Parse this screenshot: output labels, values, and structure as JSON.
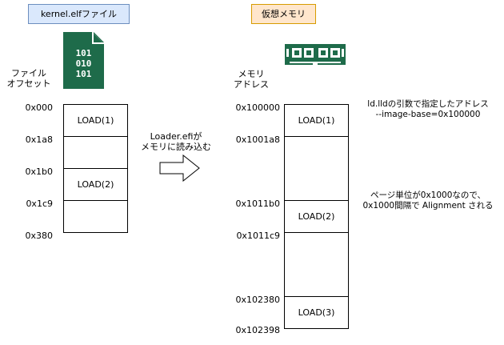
{
  "titles": {
    "elf_file": "kernel.elfファイル",
    "virtual_memory": "仮想メモリ"
  },
  "colors": {
    "elf_title_fill": "#dae8fc",
    "elf_title_stroke": "#6c8ebf",
    "vm_title_fill": "#ffe6cc",
    "vm_title_stroke": "#d79b00",
    "icon_green": "#1e6b4a"
  },
  "icons": {
    "file": "binary-file-icon",
    "memory": "ram-module-icon",
    "arrow": "right-arrow-icon"
  },
  "file_icon_text": [
    "101",
    "010",
    "101"
  ],
  "file_offset_label": [
    "ファイル",
    "オフセット"
  ],
  "memory_address_label": [
    "メモリ",
    "アドレス"
  ],
  "file_offsets": [
    "0x000",
    "0x1a8",
    "0x1b0",
    "0x1c9",
    "0x380"
  ],
  "file_segments": [
    "LOAD(1)",
    "",
    "LOAD(2)",
    ""
  ],
  "memory_addresses": [
    "0x100000",
    "0x1001a8",
    "0x1011b0",
    "0x1011c9",
    "0x102380",
    "0x102398"
  ],
  "memory_segments": [
    "LOAD(1)",
    "",
    "LOAD(2)",
    "",
    "LOAD(3)"
  ],
  "loader_note": [
    "Loader.efiが",
    "メモリに読み込む"
  ],
  "image_base_note": [
    "ld.lldの引数で指定したアドレス",
    "--image-base=0x100000"
  ],
  "alignment_note": [
    "ページ単位が0x1000なので、",
    "0x1000間隔で Alignment される"
  ]
}
